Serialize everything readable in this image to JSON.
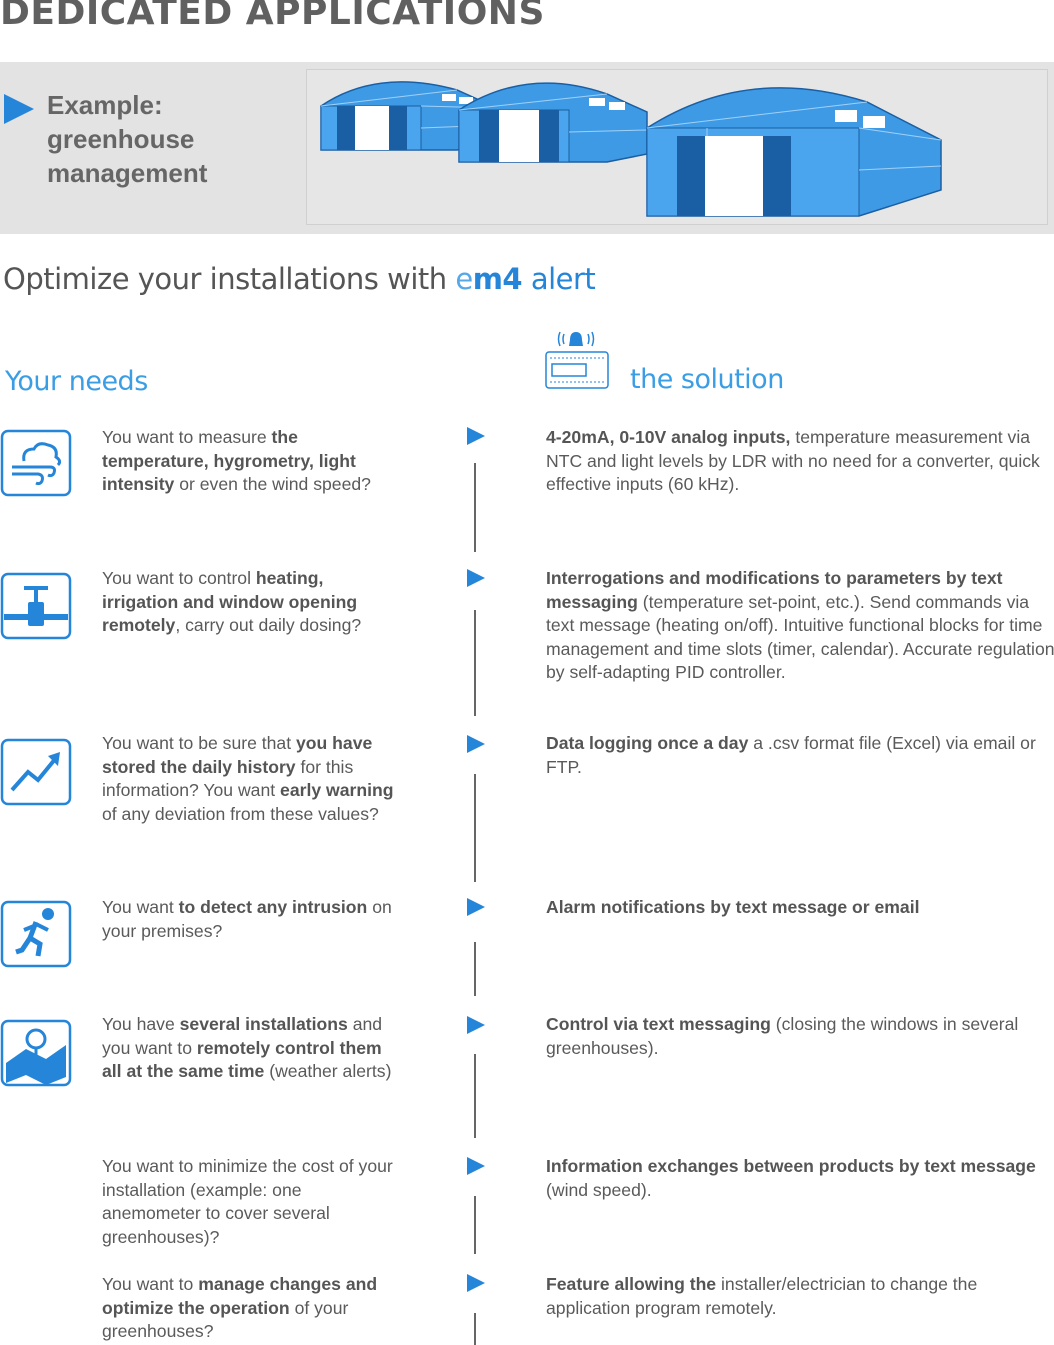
{
  "page_title": "DEDICATED APPLICATIONS",
  "example": {
    "line1": "Example:",
    "line2": "greenhouse",
    "line3": "management"
  },
  "headline": {
    "text": "Optimize your installations with ",
    "brand_e": "e",
    "brand_m4": "m4",
    "brand_suffix": " alert"
  },
  "your_needs": "Your needs",
  "the_solution": "the solution",
  "colors": {
    "accent": "#2585d9",
    "light_accent": "#3b9ee5",
    "banner_bg": "#e3e3e3",
    "text": "#5a5a5a",
    "dark_blue": "#1a5fa3"
  },
  "rows": [
    {
      "icon": "weather-cloud-wind-icon",
      "need": [
        {
          "t": "You want to measure ",
          "b": false
        },
        {
          "t": "the temperature, hygrometry, light intensity",
          "b": true
        },
        {
          "t": " or even the wind speed?",
          "b": false
        }
      ],
      "solution": [
        {
          "t": "4-20mA, 0-10V analog inputs,",
          "b": true
        },
        {
          "t": " temperature measurement via NTC and light levels by LDR with no need for a converter, quick effective inputs (60 kHz).",
          "b": false
        }
      ]
    },
    {
      "icon": "valve-pipe-icon",
      "need": [
        {
          "t": "You want to control ",
          "b": false
        },
        {
          "t": "heating, irrigation and window opening remotely",
          "b": true
        },
        {
          "t": ", carry out daily dosing?",
          "b": false
        }
      ],
      "solution": [
        {
          "t": "Interrogations and modifications to parameters by text messaging",
          "b": true
        },
        {
          "t": " (temperature set-point, etc.). Send commands via text message (heating on/off). Intuitive functional blocks for time management and time slots (timer, calendar). Accurate regulation by self-adapting PID controller.",
          "b": false
        }
      ]
    },
    {
      "icon": "trend-chart-icon",
      "need": [
        {
          "t": "You want to be sure that ",
          "b": false
        },
        {
          "t": "you have stored the daily history",
          "b": true
        },
        {
          "t": " for this information? You want ",
          "b": false
        },
        {
          "t": "early warning",
          "b": true
        },
        {
          "t": " of any deviation from these values?",
          "b": false
        }
      ],
      "solution": [
        {
          "t": "Data logging once a day",
          "b": true
        },
        {
          "t": " a .csv format file (Excel) via email or FTP.",
          "b": false
        }
      ]
    },
    {
      "icon": "running-person-icon",
      "need": [
        {
          "t": "You want ",
          "b": false
        },
        {
          "t": "to detect any intrusion",
          "b": true
        },
        {
          "t": " on your premises?",
          "b": false
        }
      ],
      "solution": [
        {
          "t": "Alarm notifications by text message or email",
          "b": true
        }
      ]
    },
    {
      "icon": "map-pin-icon",
      "need": [
        {
          "t": "You have ",
          "b": false
        },
        {
          "t": "several installations",
          "b": true
        },
        {
          "t": " and you want to ",
          "b": false
        },
        {
          "t": "remotely control them all at the same time",
          "b": true
        },
        {
          "t": " (weather alerts)",
          "b": false
        }
      ],
      "solution": [
        {
          "t": "Control via text messaging",
          "b": true
        },
        {
          "t": " (closing the windows in several greenhouses).",
          "b": false
        }
      ]
    },
    {
      "icon": "",
      "need": [
        {
          "t": "You want to minimize the cost of your installation (example: one anemometer to cover several greenhouses)?",
          "b": false
        }
      ],
      "solution": [
        {
          "t": "Information exchanges between products by text message",
          "b": true
        },
        {
          "t": " (wind speed).",
          "b": false
        }
      ]
    },
    {
      "icon": "",
      "need": [
        {
          "t": "You want to ",
          "b": false
        },
        {
          "t": "manage changes and optimize the operation",
          "b": true
        },
        {
          "t": " of your greenhouses?",
          "b": false
        }
      ],
      "solution": [
        {
          "t": "Feature allowing the",
          "b": true
        },
        {
          "t": " installer/electrician to change the application program remotely.",
          "b": false
        }
      ]
    }
  ]
}
